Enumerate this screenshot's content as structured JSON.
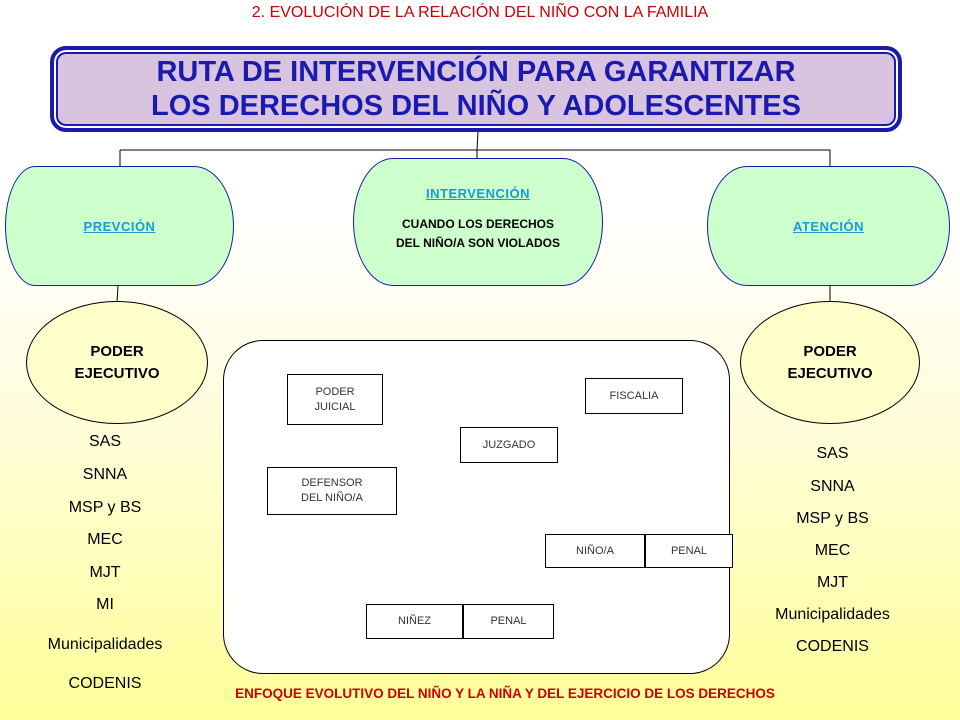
{
  "header": {
    "subtitle": "2. EVOLUCIÓN DE LA RELACIÓN DEL NIÑO CON LA FAMILIA"
  },
  "title": {
    "line1": "RUTA DE INTERVENCIÓN PARA GARANTIZAR",
    "line2": "LOS DERECHOS DEL NIÑO Y ADOLESCENTES"
  },
  "branches": {
    "left": {
      "label": "PREVCIÓN"
    },
    "center": {
      "label": "INTERVENCIÓN",
      "sub1": "CUANDO LOS DERECHOS",
      "sub2": "DEL NIÑO/A SON VIOLADOS"
    },
    "right": {
      "label": "ATENCIÓN"
    }
  },
  "executive_left": {
    "line1": "PODER",
    "line2": "EJECUTIVO"
  },
  "executive_right": {
    "line1": "PODER",
    "line2": "EJECUTIVO"
  },
  "left_list": [
    "SAS",
    "SNNA",
    "MSP y BS",
    "MEC",
    "MJT",
    "MI",
    "Municipalidades",
    "CODENIS"
  ],
  "right_list": [
    "SAS",
    "SNNA",
    "MSP y BS",
    "MEC",
    "MJT",
    "Municipalidades",
    "CODENIS"
  ],
  "judicial": {
    "poder_judicial": {
      "line1": "PODER",
      "line2": "JUICIAL"
    },
    "defensor": {
      "line1": "DEFENSOR",
      "line2": "DEL NIÑO/A"
    },
    "juzgado": "JUZGADO",
    "ninez": "NIÑEZ",
    "penal_juzgado": "PENAL",
    "fiscalia": "FISCALIA",
    "nino_a": "NIÑO/A",
    "penal_fiscalia": "PENAL"
  },
  "footer": {
    "text": "ENFOQUE EVOLUTIVO DEL NIÑO Y LA NIÑA Y DEL EJERCICIO DE LOS DERECHOS"
  },
  "colors": {
    "title_border": "#1a1ab0",
    "title_fill": "#d9c4e0",
    "branch_fill": "#ccffcc",
    "accent_red": "#cc0000",
    "link_blue": "#1a9ad6"
  }
}
